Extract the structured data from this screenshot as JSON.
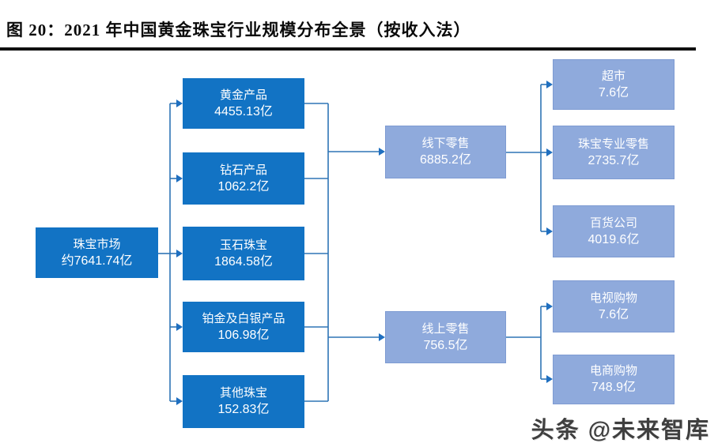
{
  "figure": {
    "title": "图 20：2021 年中国黄金珠宝行业规模分布全景（按收入法）",
    "watermark": "头条 @未来智库"
  },
  "colors": {
    "dark_box": "#1273C4",
    "light_box": "#8FAADC",
    "connector": "#2E75B6",
    "arrowhead": "#1F6FC0",
    "title_rule": "#101010"
  },
  "root": {
    "label": "珠宝市场",
    "value": "约7641.74亿"
  },
  "categories": [
    {
      "label": "黄金产品",
      "value": "4455.13亿"
    },
    {
      "label": "钻石产品",
      "value": "1062.2亿"
    },
    {
      "label": "玉石珠宝",
      "value": "1864.58亿"
    },
    {
      "label": "铂金及白银产品",
      "value": "106.98亿"
    },
    {
      "label": "其他珠宝",
      "value": "152.83亿"
    }
  ],
  "channels": [
    {
      "label": "线下零售",
      "value": "6885.2亿"
    },
    {
      "label": "线上零售",
      "value": "756.5亿"
    }
  ],
  "offline_subchannels": [
    {
      "label": "超市",
      "value": "7.6亿"
    },
    {
      "label": "珠宝专业零售",
      "value": "2735.7亿"
    },
    {
      "label": "百货公司",
      "value": "4019.6亿"
    }
  ],
  "online_subchannels": [
    {
      "label": "电视购物",
      "value": "7.6亿"
    },
    {
      "label": "电商购物",
      "value": "748.9亿"
    }
  ]
}
